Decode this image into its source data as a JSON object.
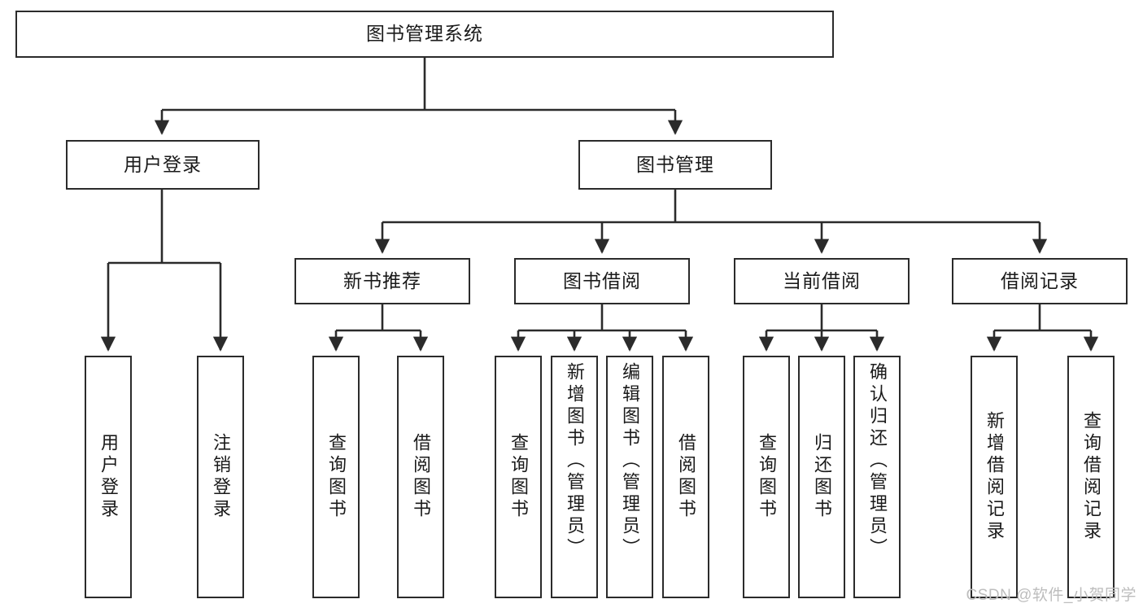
{
  "diagram": {
    "title": "图书管理系统",
    "watermark": "CSDN @软件_小贺同学",
    "line_color": "#2b2b2b",
    "box_fill": "#ffffff",
    "text_color": "#1a1a1a",
    "root": {
      "label": "图书管理系统"
    },
    "level2": [
      {
        "label": "用户登录"
      },
      {
        "label": "图书管理"
      }
    ],
    "level3": [
      {
        "label": "新书推荐"
      },
      {
        "label": "图书借阅"
      },
      {
        "label": "当前借阅"
      },
      {
        "label": "借阅记录"
      }
    ],
    "leaves": {
      "user_login": [
        {
          "label": "用户登录"
        },
        {
          "label": "注销登录"
        }
      ],
      "new_book": [
        {
          "label": "查询图书"
        },
        {
          "label": "借阅图书"
        }
      ],
      "book_borrow": [
        {
          "label": "查询图书"
        },
        {
          "label": "新增图书（管理员）"
        },
        {
          "label": "编辑图书（管理员）"
        },
        {
          "label": "借阅图书"
        }
      ],
      "current_borrow": [
        {
          "label": "查询图书"
        },
        {
          "label": "归还图书"
        },
        {
          "label": "确认归还（管理员）"
        }
      ],
      "borrow_record": [
        {
          "label": "新增借阅记录"
        },
        {
          "label": "查询借阅记录"
        }
      ]
    }
  }
}
